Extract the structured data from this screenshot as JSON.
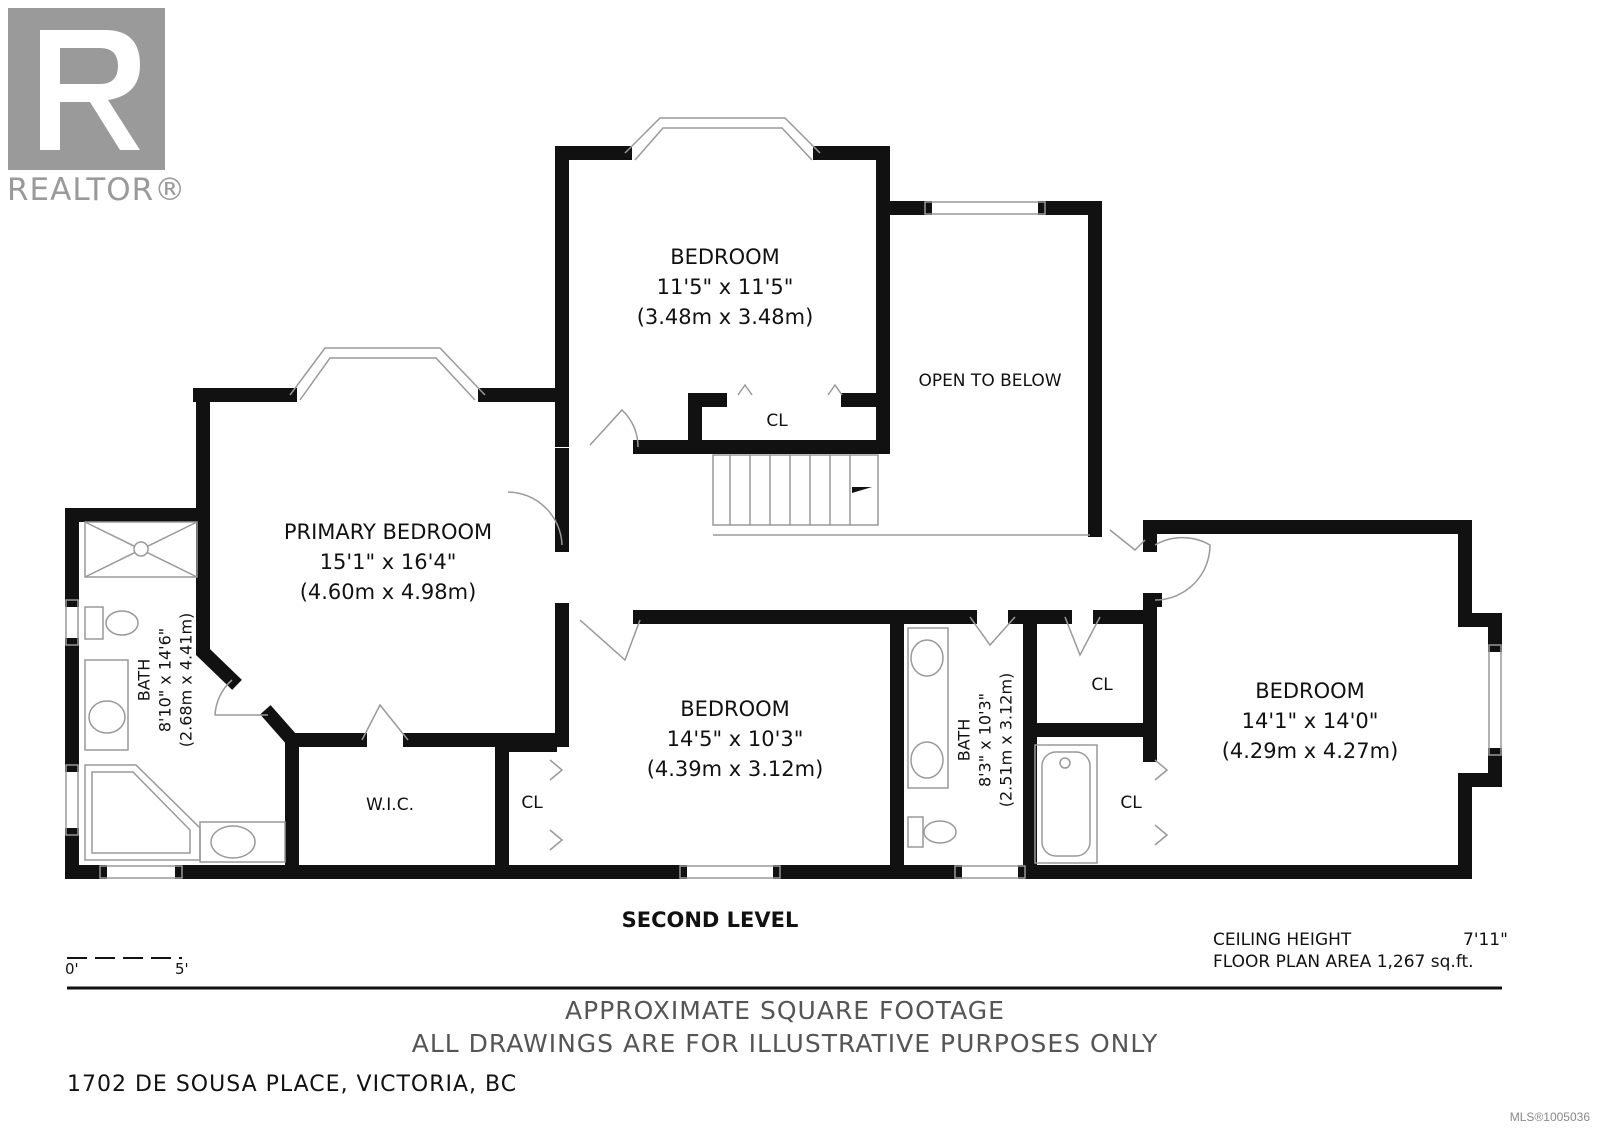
{
  "logo": {
    "text": "REALTOR®",
    "color": "#9a9a9a"
  },
  "rooms": [
    {
      "name": "BEDROOM",
      "imperial": "11'5\" x 11'5\"",
      "metric": "(3.48m x 3.48m)"
    },
    {
      "name": "PRIMARY BEDROOM",
      "imperial": "15'1\" x 16'4\"",
      "metric": "(4.60m x 4.98m)"
    },
    {
      "name": "BEDROOM",
      "imperial": "14'5\" x 10'3\"",
      "metric": "(4.39m x 3.12m)"
    },
    {
      "name": "BEDROOM",
      "imperial": "14'1\" x 14'0\"",
      "metric": "(4.29m x 4.27m)"
    },
    {
      "name": "BATH",
      "imperial": "8'10\" x 14'6\"",
      "metric": "(2.68m x 4.41m)"
    },
    {
      "name": "BATH",
      "imperial": "8'3\" x 10'3\"",
      "metric": "(2.51m x 3.12m)"
    }
  ],
  "labels": {
    "open": "OPEN TO BELOW",
    "cl": "CL",
    "wic": "W.I.C."
  },
  "level": "SECOND LEVEL",
  "scale": {
    "start": "0'",
    "end": "5'"
  },
  "info": {
    "ceiling_label": "CEILING HEIGHT",
    "ceiling_value": "7'11\"",
    "area_label": "FLOOR PLAN AREA",
    "area_value": "1,267 sq.ft."
  },
  "disclaimer": [
    "APPROXIMATE SQUARE FOOTAGE",
    "ALL DRAWINGS ARE FOR ILLUSTRATIVE PURPOSES ONLY"
  ],
  "address": "1702 DE SOUSA PLACE, VICTORIA, BC",
  "mls": "MLS®1005036"
}
